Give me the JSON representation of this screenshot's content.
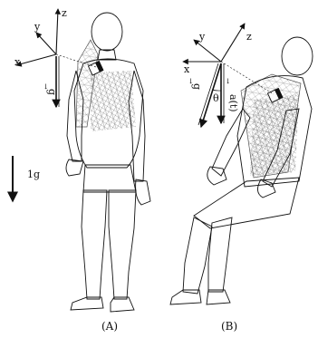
{
  "panels": [
    {
      "id": "A",
      "label": "(A)",
      "axes": {
        "x": "x",
        "y": "y",
        "z": "z",
        "g": "g"
      }
    },
    {
      "id": "B",
      "label": "(B)",
      "axes": {
        "x": "x",
        "y": "y",
        "z": "z",
        "g": "g",
        "theta": "θ",
        "a": "a(t)"
      }
    }
  ],
  "scale": {
    "label": "1g"
  }
}
